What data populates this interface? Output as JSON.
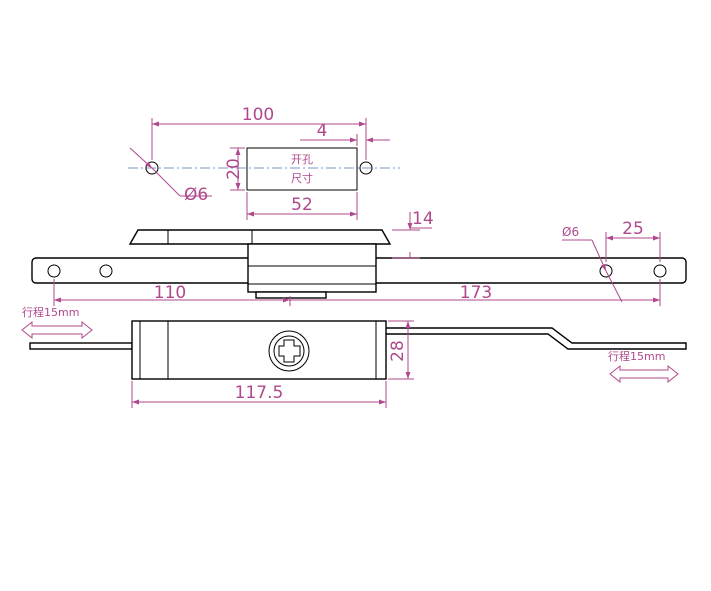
{
  "colors": {
    "dimension": "#b0488c",
    "centerline": "#7a96c8",
    "part": "#000000"
  },
  "cutout": {
    "label_line1": "开孔",
    "label_line2": "尺寸",
    "dim_hole_spacing": "100",
    "dim_offset": "4",
    "dim_height": "20",
    "dim_width": "52",
    "dim_hole_dia": "Ø6"
  },
  "side_view": {
    "dim_thickness": "14",
    "dim_left": "110",
    "dim_right": "173",
    "dim_hole_dia": "Ø6",
    "dim_end_offset": "25"
  },
  "front_view": {
    "dim_length": "117.5",
    "dim_height": "28",
    "stroke_left": "行程15mm",
    "stroke_right": "行程15mm"
  }
}
